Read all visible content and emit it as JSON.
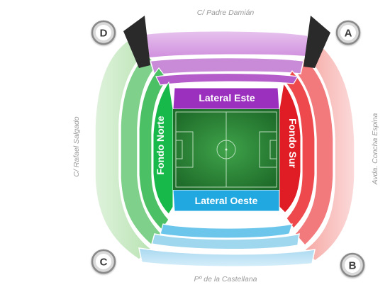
{
  "streets": {
    "north": "C/ Padre Damián",
    "south": "Pº de la Castellana",
    "west": "C/ Rafael Salgado",
    "east": "Avda. Concha Espina"
  },
  "tribunes": {
    "lateral_este": "Lateral Este",
    "lateral_oeste": "Lateral Oeste",
    "fondo_norte": "Fondo Norte",
    "fondo_sur": "Fondo Sur"
  },
  "corners": {
    "a": "A",
    "b": "B",
    "c": "C",
    "d": "D"
  },
  "colors": {
    "lateral_este": "#9b2fbe",
    "lateral_oeste": "#22a8e0",
    "fondo_norte": "#17b94a",
    "fondo_sur": "#e01c24",
    "pitch": "#2f8f3a",
    "tower": "#2a2a2a"
  }
}
